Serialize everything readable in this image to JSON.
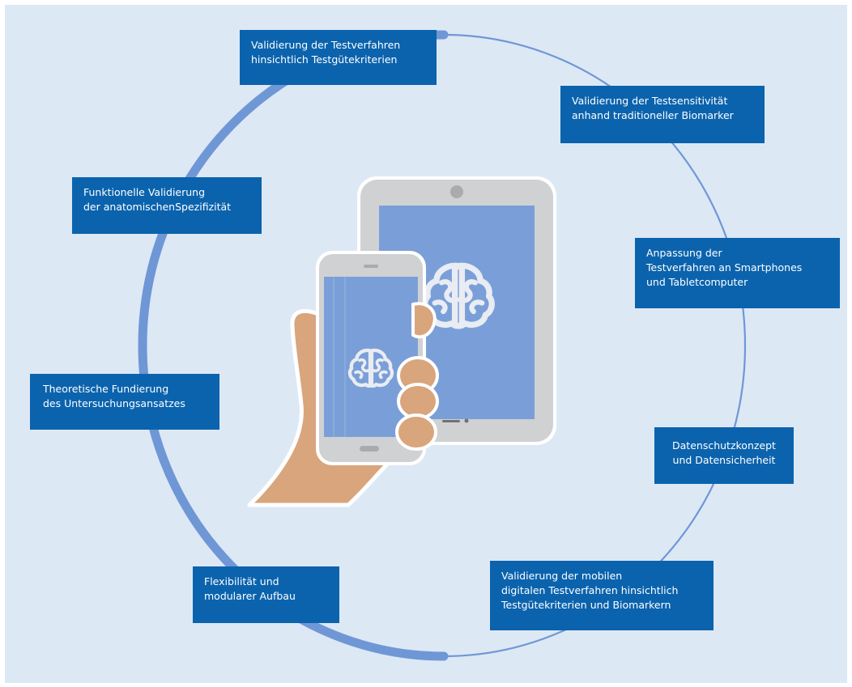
{
  "diagram": {
    "nodes": [
      {
        "id": "validierung-testgute",
        "text": "Validierung der Testverfahren\nhinsichtlich Testgütekriterien"
      },
      {
        "id": "validierung-testsensitivitaet",
        "text": "Validierung der Testsensitivität\nanhand traditioneller Biomarker"
      },
      {
        "id": "anpassung-smartphones",
        "text": "Anpassung der\nTestverfahren an Smartphones\nund Tabletcomputer"
      },
      {
        "id": "datenschutz",
        "text": "Datenschutzkonzept\nund Datensicherheit"
      },
      {
        "id": "validierung-mobil",
        "text": "Validierung der mobilen\ndigitalen Testverfahren hinsichtlich\nTestgütekriterien und Biomarkern"
      },
      {
        "id": "flexibilitaet",
        "text": "Flexibilität und\nmodularer Aufbau"
      },
      {
        "id": "theoretische-fundierung",
        "text": "Theoretische Fundierung\ndes Untersuchungsansatzes"
      },
      {
        "id": "funktionelle-validierung",
        "text": "Funktionelle Validierung\nder anatomischenSpezifizität"
      }
    ],
    "colors": {
      "background": "#dde8f5",
      "box": "#0b63ad",
      "box_text": "#ffffff",
      "cycle": "#6f97d6",
      "screen": "#7a9fd8",
      "brain": "#e9ecf2",
      "device_body": "#cfd1d3",
      "skin": "#d9a57d"
    }
  }
}
